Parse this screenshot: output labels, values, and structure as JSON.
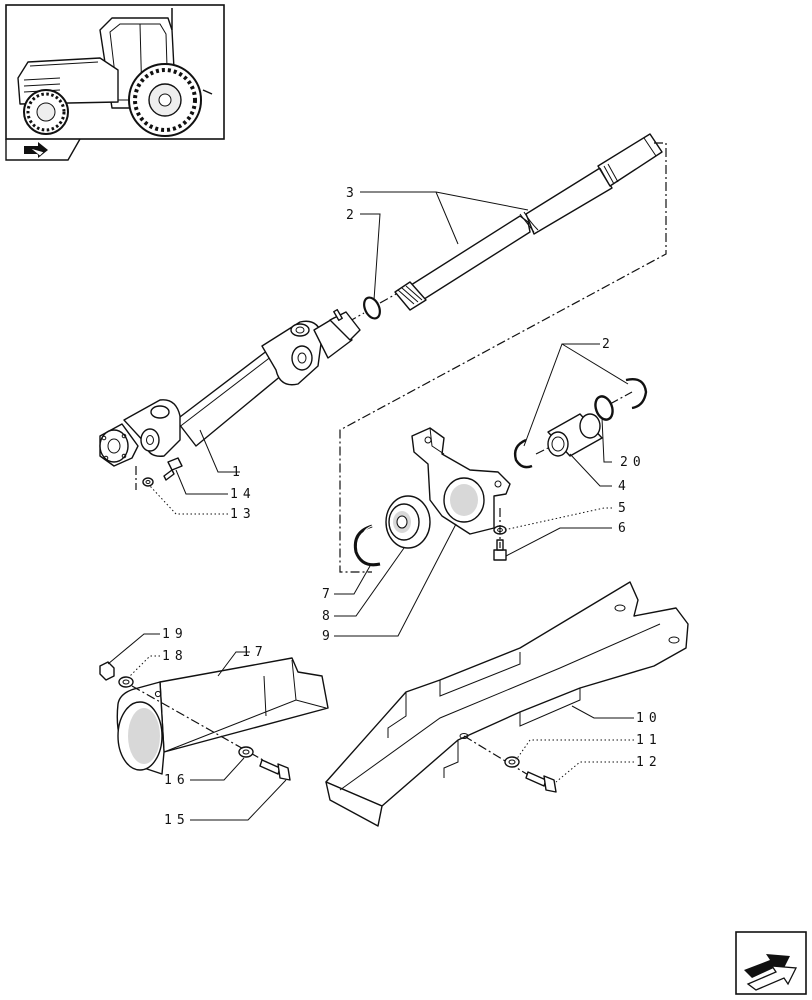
{
  "callouts": {
    "c1": "1",
    "c2a": "2",
    "c2b": "2",
    "c3": "3",
    "c4": "4",
    "c5": "5",
    "c6": "6",
    "c7": "7",
    "c8": "8",
    "c9": "9",
    "c10": "10",
    "c11": "11",
    "c12": "12",
    "c13": "13",
    "c14": "14",
    "c15": "15",
    "c16": "16",
    "c17": "17",
    "c18": "18",
    "c19": "19",
    "c20": "20"
  },
  "icons": {
    "thumbnail": "tractor-thumbnail-icon",
    "section": "section-marker-icon",
    "next": "next-page-arrow-icon"
  }
}
